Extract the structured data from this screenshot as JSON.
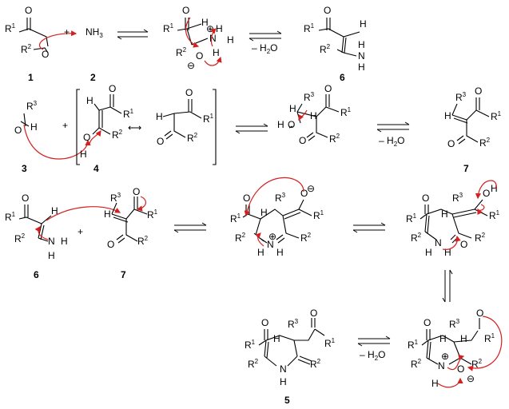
{
  "labels": {
    "R1": "R",
    "R2": "R",
    "R3": "R",
    "sup1": "1",
    "sup2": "2",
    "sup3": "3",
    "O": "O",
    "N": "N",
    "H": "H",
    "NH3": "NH",
    "three_sub": "3",
    "plus": "+",
    "oplus": "⊕",
    "ominus": "⊖"
  },
  "compound_numbers": {
    "c1": "1",
    "c2": "2",
    "c3": "3",
    "c4": "4",
    "c5": "5",
    "c6a": "6",
    "c6b": "6",
    "c7a": "7",
    "c7b": "7"
  },
  "conditions": {
    "minus_water": "– H",
    "water_sub": "2",
    "water_O": "O"
  },
  "colors": {
    "arrow_red": "#d42020",
    "ink": "#000000"
  }
}
